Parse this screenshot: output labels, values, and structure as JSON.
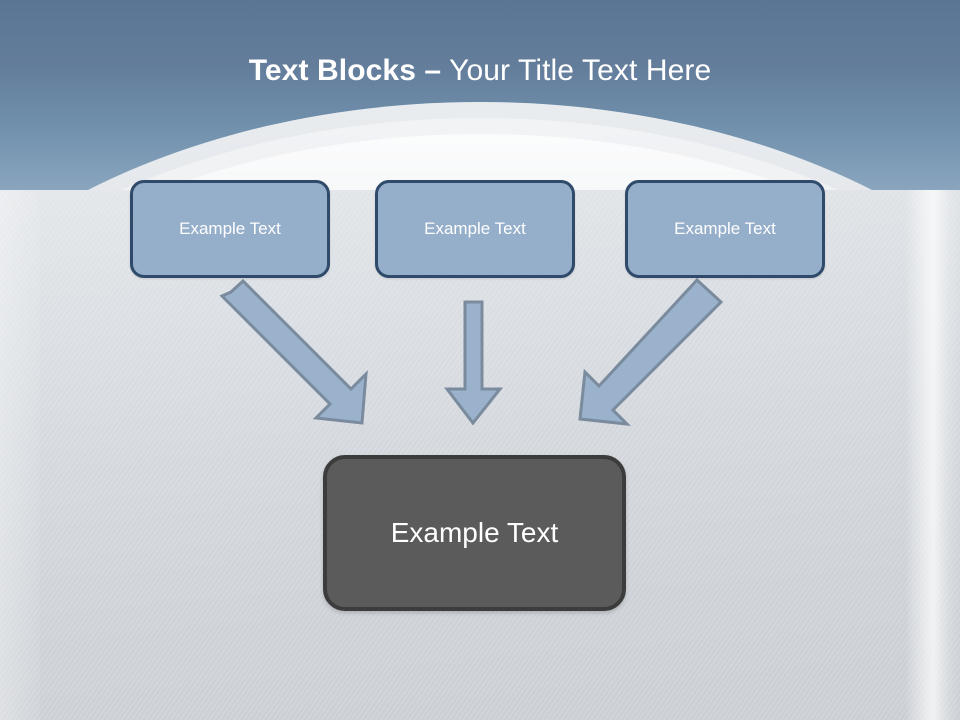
{
  "slide": {
    "title": {
      "bold_part": "Text Blocks –",
      "light_part": " Your Title Text Here",
      "full": "Text Blocks – Your Title Text Here"
    },
    "theme": {
      "header_gradient_top": "#5A7594",
      "header_gradient_bottom": "#8AA5BE",
      "body_background": "#DDE1E5",
      "box_fill": "#95AEC9",
      "box_border": "#2F4A6B",
      "result_fill": "#5B5B5B",
      "result_border": "#3C3C3C",
      "arrow_fill": "#9AB2CB",
      "arrow_border": "#7B8B9E",
      "text_color": "#FFFFFF"
    }
  },
  "boxes": {
    "top": [
      {
        "label": "Example Text"
      },
      {
        "label": "Example Text"
      },
      {
        "label": "Example Text"
      }
    ],
    "result": {
      "label": "Example Text"
    }
  },
  "arrows": [
    {
      "name": "arrow-left-diagonal",
      "direction": "down-right",
      "from_box": 1,
      "to_box": "result"
    },
    {
      "name": "arrow-middle-vertical",
      "direction": "down",
      "from_box": 2,
      "to_box": "result"
    },
    {
      "name": "arrow-right-diagonal",
      "direction": "down-left",
      "from_box": 3,
      "to_box": "result"
    }
  ]
}
